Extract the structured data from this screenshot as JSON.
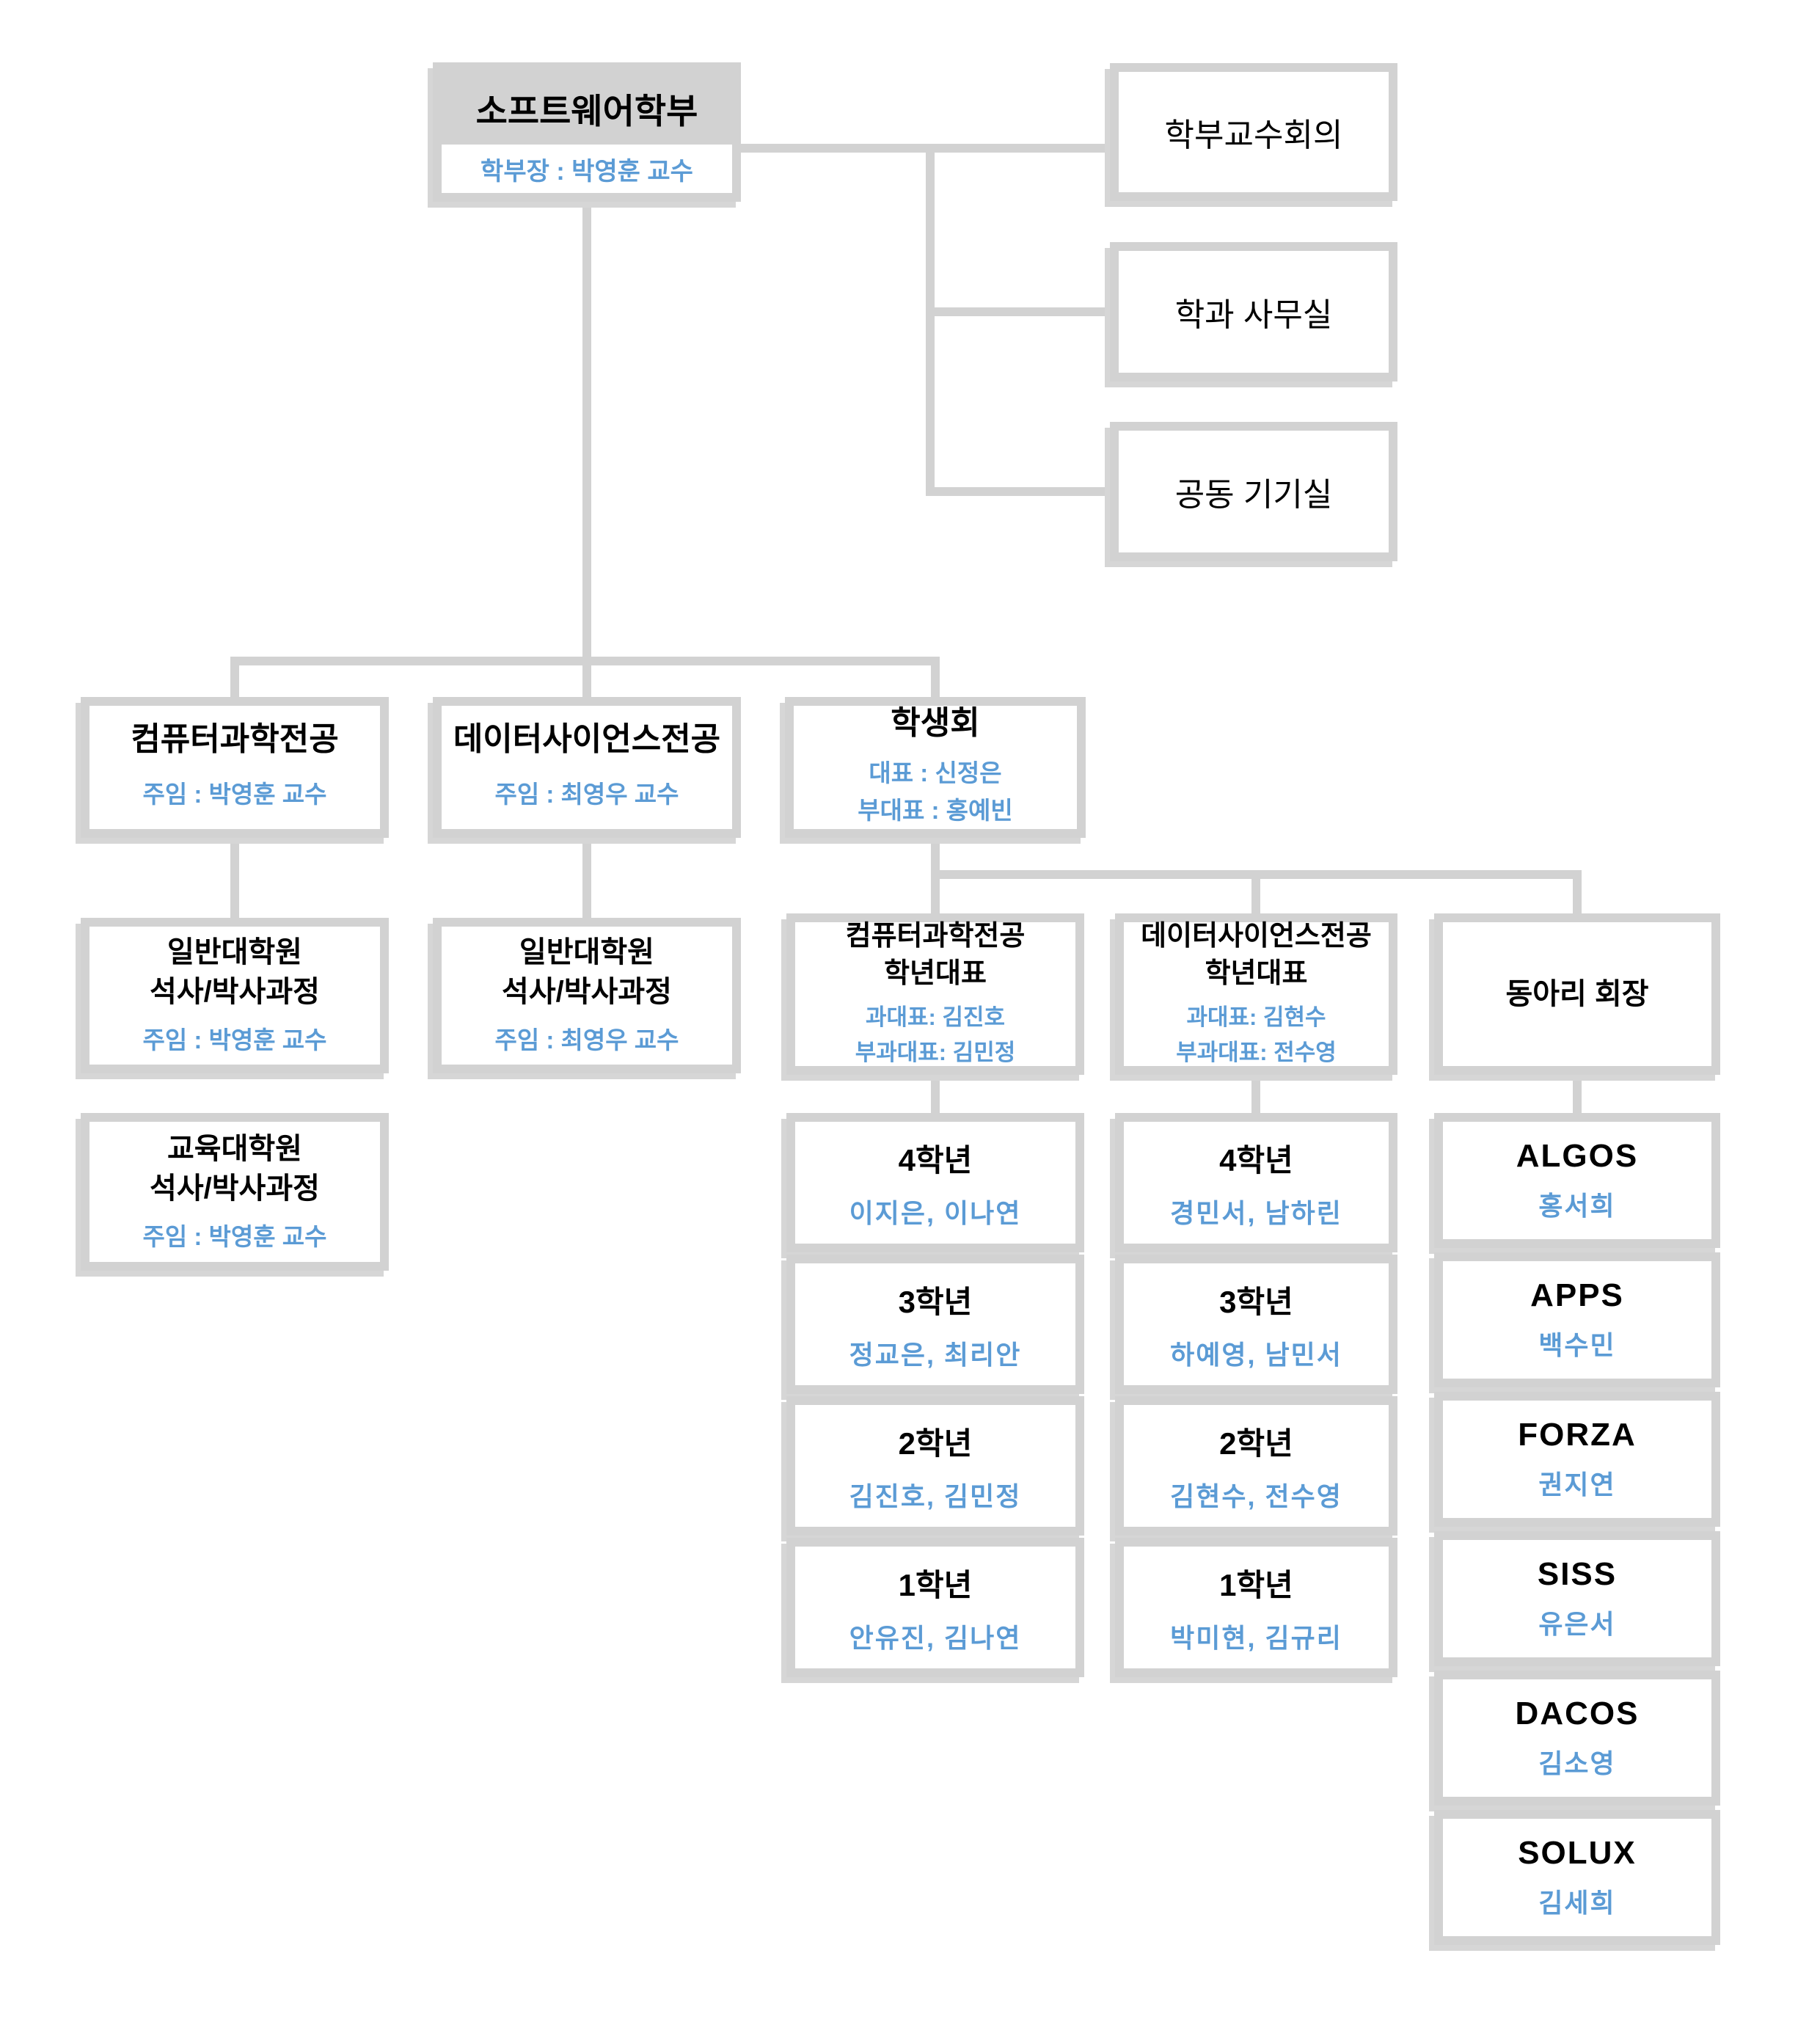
{
  "colors": {
    "connector_gray": "#d2d2d2",
    "header_fill": "#d2d2d2",
    "accent_blue": "#5b9bd5",
    "text_black": "#000000",
    "background": "#ffffff"
  },
  "root": {
    "title": "소프트웨어학부",
    "subtitle": "학부장 : 박영훈 교수"
  },
  "admin": [
    {
      "label": "학부교수회의"
    },
    {
      "label": "학과 사무실"
    },
    {
      "label": "공동 기기실"
    }
  ],
  "majors": [
    {
      "title": "컴퓨터과학전공",
      "subtitle": "주임 : 박영훈 교수"
    },
    {
      "title": "데이터사이언스전공",
      "subtitle": "주임 : 최영우 교수"
    }
  ],
  "council": {
    "title": "학생회",
    "line1": "대표 : 신정은",
    "line2": "부대표 : 홍예빈"
  },
  "grad": [
    {
      "title_line1": "일반대학원",
      "title_line2": "석사/박사과정",
      "subtitle": "주임 : 박영훈 교수"
    },
    {
      "title_line1": "일반대학원",
      "title_line2": "석사/박사과정",
      "subtitle": "주임 : 최영우 교수"
    },
    {
      "title_line1": "교육대학원",
      "title_line2": "석사/박사과정",
      "subtitle": "주임 : 박영훈 교수"
    }
  ],
  "year_reps": [
    {
      "title_line1": "컴퓨터과학전공",
      "title_line2": "학년대표",
      "line1": "과대표: 김진호",
      "line2": "부과대표: 김민정",
      "years": [
        {
          "label": "4학년",
          "names": "이지은, 이나연"
        },
        {
          "label": "3학년",
          "names": "정교은, 최리안"
        },
        {
          "label": "2학년",
          "names": "김진호, 김민정"
        },
        {
          "label": "1학년",
          "names": "안유진, 김나연"
        }
      ]
    },
    {
      "title_line1": "데이터사이언스전공",
      "title_line2": "학년대표",
      "line1": "과대표: 김현수",
      "line2": "부과대표: 전수영",
      "years": [
        {
          "label": "4학년",
          "names": "경민서, 남하린"
        },
        {
          "label": "3학년",
          "names": "하예영, 남민서"
        },
        {
          "label": "2학년",
          "names": "김현수, 전수영"
        },
        {
          "label": "1학년",
          "names": "박미현, 김규리"
        }
      ]
    }
  ],
  "clubs": {
    "title": "동아리 회장",
    "items": [
      {
        "name": "ALGOS",
        "leader": "홍서희"
      },
      {
        "name": "APPS",
        "leader": "백수민"
      },
      {
        "name": "FORZA",
        "leader": "권지연"
      },
      {
        "name": "SISS",
        "leader": "유은서"
      },
      {
        "name": "DACOS",
        "leader": "김소영"
      },
      {
        "name": "SOLUX",
        "leader": "김세희"
      }
    ]
  }
}
